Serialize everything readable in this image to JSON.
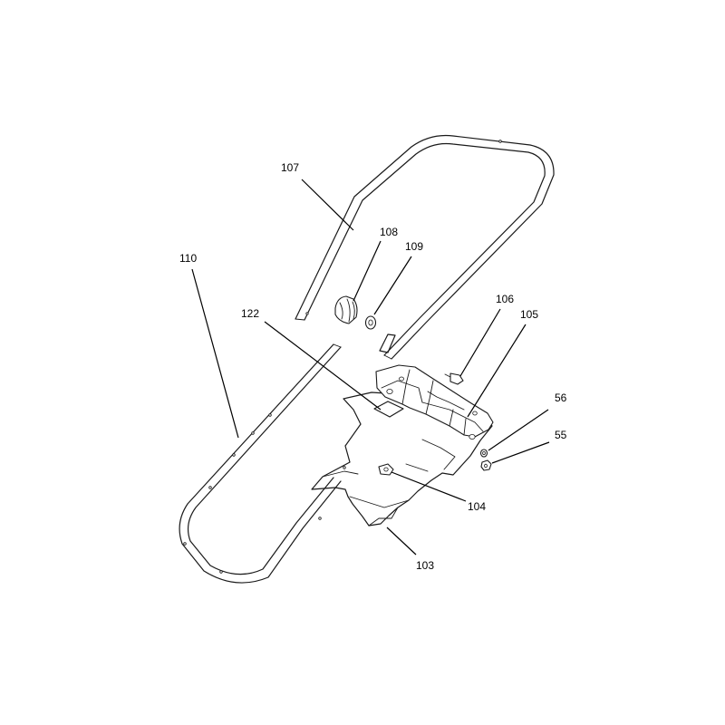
{
  "callouts": [
    {
      "id": "c107",
      "label": "107"
    },
    {
      "id": "c108",
      "label": "108"
    },
    {
      "id": "c109",
      "label": "109"
    },
    {
      "id": "c110",
      "label": "110"
    },
    {
      "id": "c122",
      "label": "122"
    },
    {
      "id": "c106",
      "label": "106"
    },
    {
      "id": "c105",
      "label": "105"
    },
    {
      "id": "c56",
      "label": "56"
    },
    {
      "id": "c55",
      "label": "55"
    },
    {
      "id": "c104",
      "label": "104"
    },
    {
      "id": "c103",
      "label": "103"
    }
  ]
}
